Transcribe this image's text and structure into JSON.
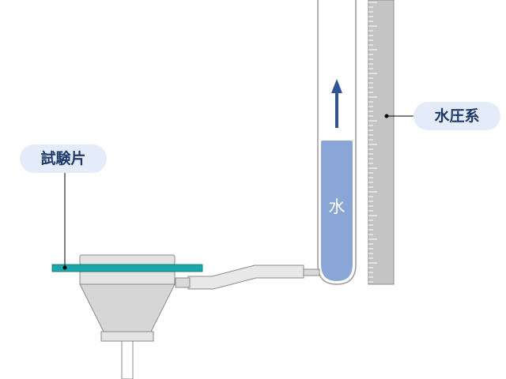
{
  "labels": {
    "specimen": "試験片",
    "water_gauge": "水圧系",
    "water": "水"
  },
  "colors": {
    "specimen": "#1aa8a8",
    "water": "#8aa6d6",
    "arrow": "#2f5597",
    "label_bg": "#e3ecf8",
    "scale": "#c4c4c4",
    "apparatus": "#d9d9d9"
  }
}
